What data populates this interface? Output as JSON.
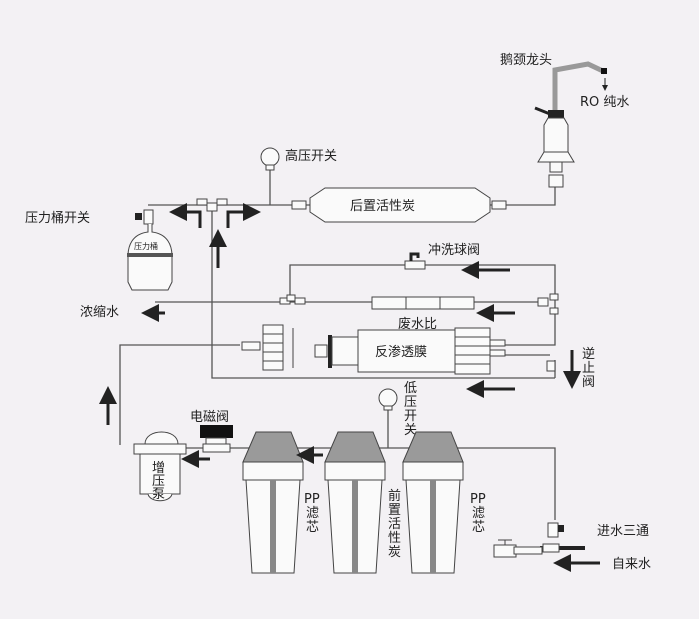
{
  "labels": {
    "faucet": "鹅颈龙头",
    "ro_water": "RO 纯水",
    "high_pressure_switch": "高压开关",
    "post_carbon": "后置活性炭",
    "tank_valve": "压力桶开关",
    "tank": "压力桶",
    "flush_valve": "冲洗球阀",
    "concentrate": "浓缩水",
    "waste_ratio": "废水比",
    "ro_membrane": "反渗透膜",
    "check_valve": [
      "逆",
      "止",
      "阀"
    ],
    "low_pressure_switch": [
      "低",
      "压",
      "开",
      "关"
    ],
    "solenoid_valve": "电磁阀",
    "pump": [
      "增",
      "压",
      "泵"
    ],
    "pp_filter_1": [
      "PP",
      "滤",
      "芯"
    ],
    "pre_carbon": [
      "前",
      "置",
      "活",
      "性",
      "炭"
    ],
    "pp_filter_2": [
      "PP",
      "滤",
      "芯"
    ],
    "inlet_tee": "进水三通",
    "tap_water": "自来水"
  }
}
